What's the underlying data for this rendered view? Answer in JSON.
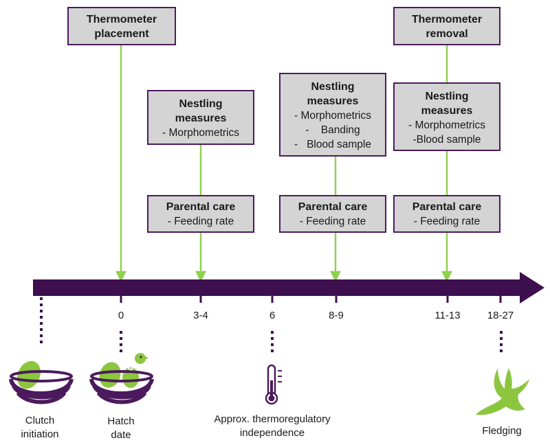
{
  "boxes": {
    "thermo_placement": {
      "title_1": "Thermometer",
      "title_2": "placement"
    },
    "nestling_1": {
      "title_1": "Nestling",
      "title_2": "measures",
      "items": [
        "- Morphometrics"
      ]
    },
    "nestling_2": {
      "title_1": "Nestling",
      "title_2": "measures",
      "items": [
        "- Morphometrics",
        "-    Banding",
        "-   Blood sample"
      ]
    },
    "thermo_removal": {
      "title_1": "Thermometer",
      "title_2": "removal"
    },
    "nestling_3": {
      "title_1": "Nestling",
      "title_2": "measures",
      "items": [
        "- Morphometrics",
        "-Blood sample"
      ]
    },
    "parental_1": {
      "title": "Parental care",
      "item": "- Feeding rate"
    },
    "parental_2": {
      "title": "Parental care",
      "item": "- Feeding rate"
    },
    "parental_3": {
      "title": "Parental care",
      "item": "- Feeding rate"
    }
  },
  "ticks": [
    "0",
    "3-4",
    "6",
    "8-9",
    "11-13",
    "18-27"
  ],
  "captions": {
    "clutch": [
      "Clutch",
      "initiation"
    ],
    "hatch": [
      "Hatch",
      "date"
    ],
    "thermo": [
      "Approx. thermoregulatory",
      "independence"
    ],
    "fledging": [
      "Fledging"
    ]
  },
  "colors": {
    "axis": "#3d0f4f",
    "connector": "#8fd14f",
    "egg": "#8cc63f",
    "nest": "#4b1a5c",
    "box_fill": "#d4d4d4",
    "box_border": "#4b1a5c"
  },
  "icons": [
    "nest-eggs-icon",
    "nest-hatching-icon",
    "thermometer-icon",
    "fledgling-bird-icon"
  ]
}
